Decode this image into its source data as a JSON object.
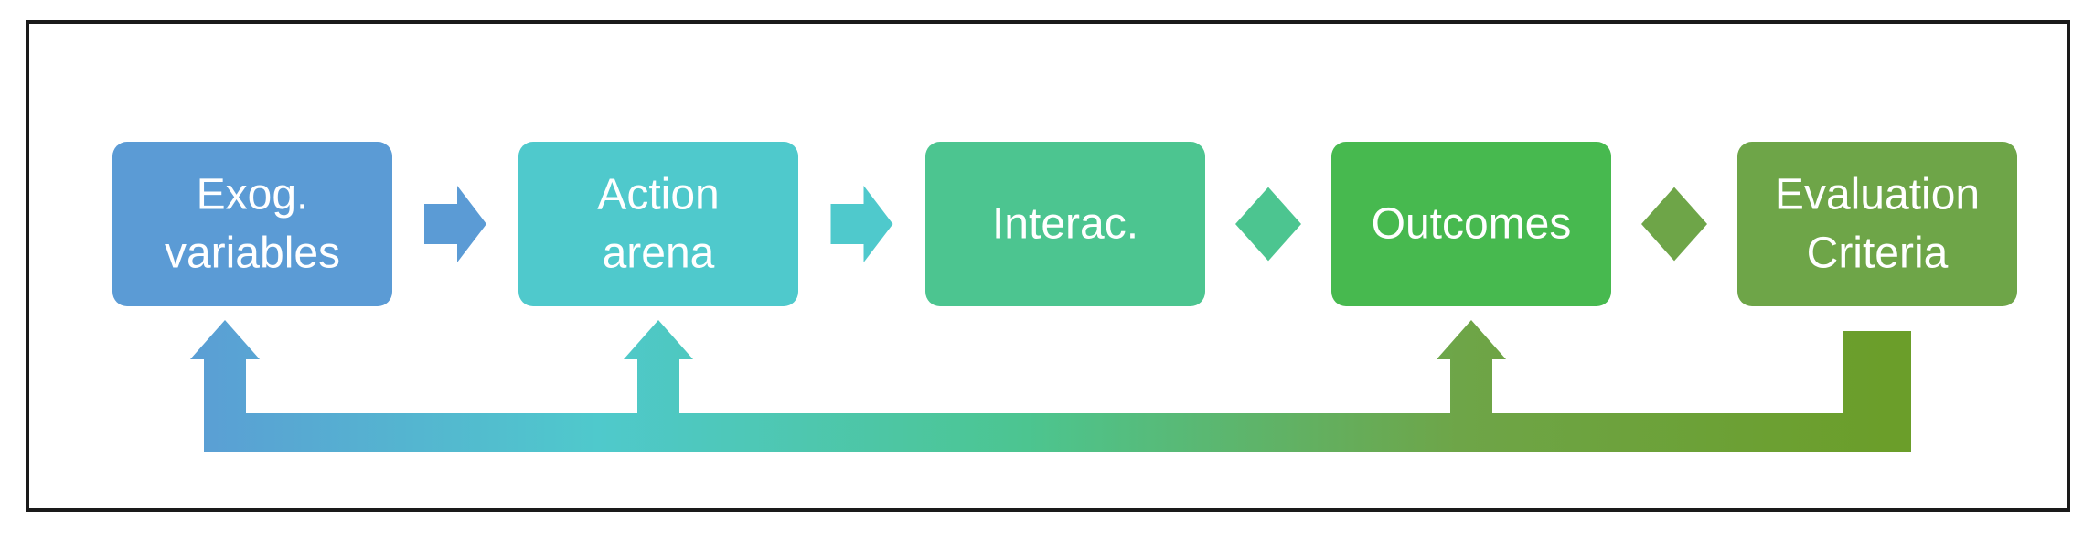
{
  "diagram": {
    "nodes": [
      {
        "id": "exog",
        "lines": [
          "Exog.",
          "variables"
        ],
        "color": "#5b9bd5"
      },
      {
        "id": "action",
        "lines": [
          "Action",
          "arena"
        ],
        "color": "#4fc9cc"
      },
      {
        "id": "interac",
        "lines": [
          "Interac."
        ],
        "color": "#4cc590"
      },
      {
        "id": "outcomes",
        "lines": [
          "Outcomes"
        ],
        "color": "#47b94f"
      },
      {
        "id": "evaluation",
        "lines": [
          "Evaluation",
          "Criteria"
        ],
        "color": "#6ea548"
      }
    ],
    "connectors": [
      {
        "from": "exog",
        "to": "action",
        "shape": "arrow",
        "color": "#5b9bd5"
      },
      {
        "from": "action",
        "to": "interac",
        "shape": "arrow",
        "color": "#4fc9cc"
      },
      {
        "from": "interac",
        "to": "outcomes",
        "shape": "diamond",
        "color": "#4cc590"
      },
      {
        "from": "outcomes",
        "to": "evaluation",
        "shape": "diamond",
        "color": "#6ea548"
      }
    ],
    "feedback": {
      "source": "evaluation",
      "targets": [
        "exog",
        "action",
        "outcomes"
      ],
      "gradient": [
        "#5b9bd5",
        "#4fc9cc",
        "#4cc590",
        "#6ea548",
        "#6b9e2a"
      ]
    }
  }
}
